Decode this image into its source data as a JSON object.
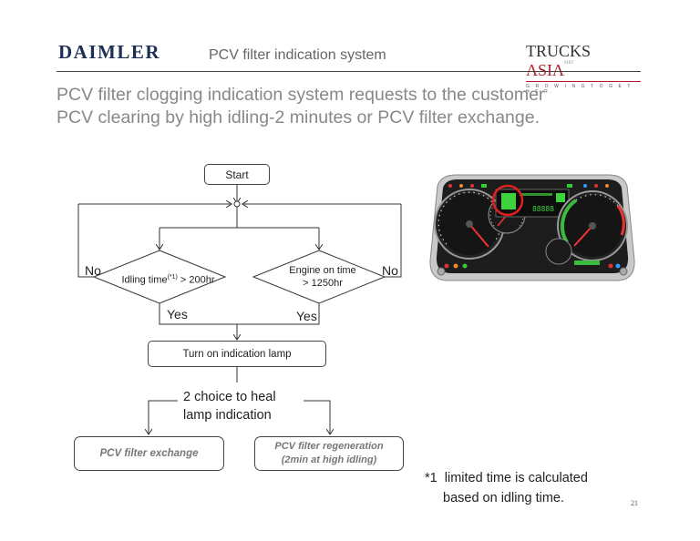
{
  "header": {
    "logo_left": "DAIMLER",
    "title": "PCV filter indication system",
    "logo_right_main": "TRUCKS",
    "logo_right_accent": "ASIA",
    "logo_right_tm": "MRT",
    "logo_right_tagline": "G R O W I N G  T O G E T H E R."
  },
  "headline": {
    "line1": "PCV filter clogging indication system requests to the customer",
    "line2": "PCV clearing by high idling-2 minutes or PCV filter exchange."
  },
  "flowchart": {
    "start": "Start",
    "idling_condition": "Idling time",
    "idling_sup": "(*1)",
    "idling_threshold": " > 200hr",
    "engine_condition_line1": "Engine on time",
    "engine_condition_line2": "> 1250hr",
    "no_left": "No",
    "no_right": "No",
    "yes_left": "Yes",
    "yes_right": "Yes",
    "lamp": "Turn on indication lamp",
    "choice_line1": "2 choice to heal",
    "choice_line2": "lamp indication",
    "option_exchange": "PCV filter exchange",
    "option_regen_line1": "PCV filter regeneration",
    "option_regen_line2": "(2min at high idling)"
  },
  "dashboard": {
    "display_text": "88888"
  },
  "footnote": {
    "marker": "*1",
    "line1": "limited time is calculated",
    "line2": "based on idling time."
  },
  "page_number": "21"
}
